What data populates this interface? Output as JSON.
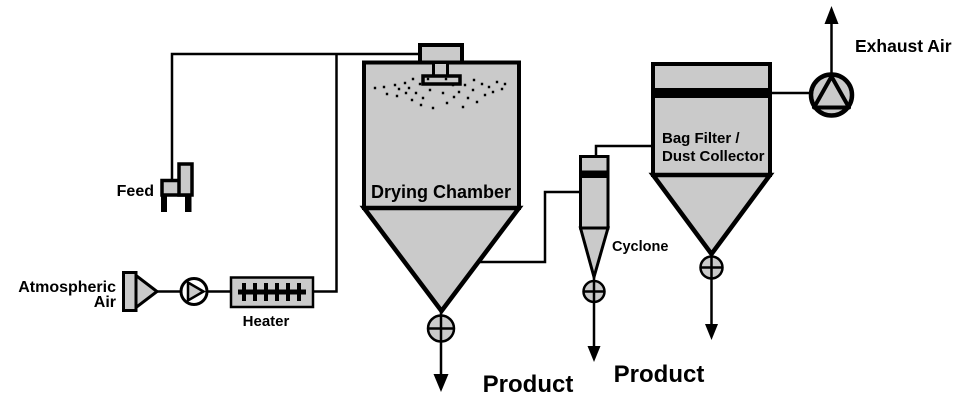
{
  "colors": {
    "vessel_fill": "#cacaca",
    "line": "#000000",
    "background": "#ffffff"
  },
  "labels": {
    "feed": "Feed",
    "atmospheric_air": {
      "line1": "Atmospheric",
      "line2": "Air"
    },
    "heater": "Heater",
    "drying_chamber": "Drying Chamber",
    "cyclone": "Cyclone",
    "bag_filter": {
      "line1": "Bag Filter /",
      "line2": "Dust Collector"
    },
    "exhaust_air": "Exhaust Air",
    "product_chamber": "Product",
    "product_cyclone": "Product"
  },
  "components": [
    "feed-pump",
    "atmospheric-air-inlet",
    "supply-fan",
    "heater",
    "spray-nozzle",
    "drying-chamber",
    "cyclone",
    "bag-filter-dust-collector",
    "exhaust-blower",
    "rotary-valve-chamber",
    "rotary-valve-cyclone",
    "rotary-valve-bag-filter"
  ]
}
